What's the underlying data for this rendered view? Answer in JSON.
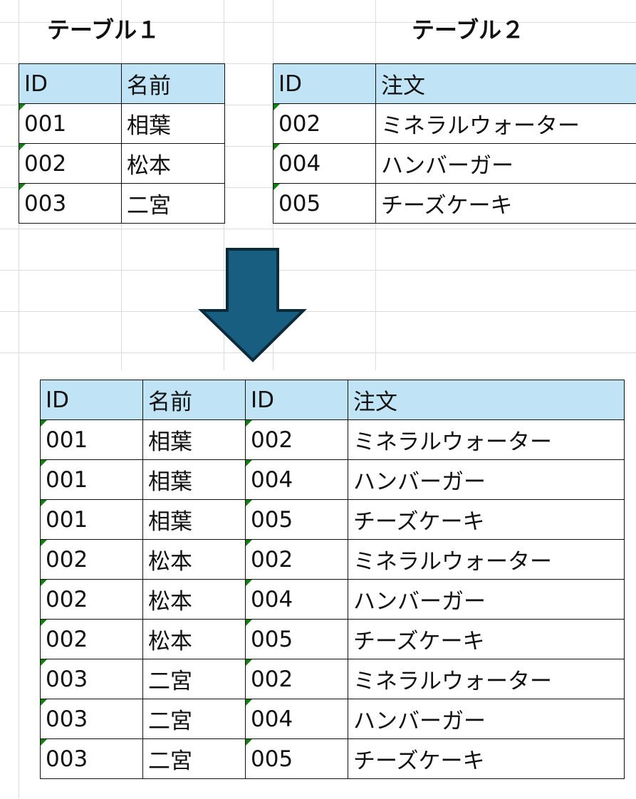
{
  "table1": {
    "title": "テーブル１",
    "headers": [
      "ID",
      "名前"
    ],
    "rows": [
      [
        "001",
        "相葉"
      ],
      [
        "002",
        "松本"
      ],
      [
        "003",
        "二宮"
      ]
    ]
  },
  "table2": {
    "title": "テーブル２",
    "headers": [
      "ID",
      "注文"
    ],
    "rows": [
      [
        "002",
        "ミネラルウォーター"
      ],
      [
        "004",
        "ハンバーガー"
      ],
      [
        "005",
        "チーズケーキ"
      ]
    ]
  },
  "arrow": {
    "icon": "down-arrow-icon",
    "fill": "#175e80",
    "stroke": "#0d2a3a"
  },
  "result_table": {
    "headers": [
      "ID",
      "名前",
      "ID",
      "注文"
    ],
    "rows": [
      [
        "001",
        "相葉",
        "002",
        "ミネラルウォーター"
      ],
      [
        "001",
        "相葉",
        "004",
        "ハンバーガー"
      ],
      [
        "001",
        "相葉",
        "005",
        "チーズケーキ"
      ],
      [
        "002",
        "松本",
        "002",
        "ミネラルウォーター"
      ],
      [
        "002",
        "松本",
        "004",
        "ハンバーガー"
      ],
      [
        "002",
        "松本",
        "005",
        "チーズケーキ"
      ],
      [
        "003",
        "二宮",
        "002",
        "ミネラルウォーター"
      ],
      [
        "003",
        "二宮",
        "004",
        "ハンバーガー"
      ],
      [
        "003",
        "二宮",
        "005",
        "チーズケーキ"
      ]
    ]
  },
  "colors": {
    "header_fill": "#c0e4f5",
    "gridline": "#dcdcdc",
    "text_indicator": "#118011"
  }
}
